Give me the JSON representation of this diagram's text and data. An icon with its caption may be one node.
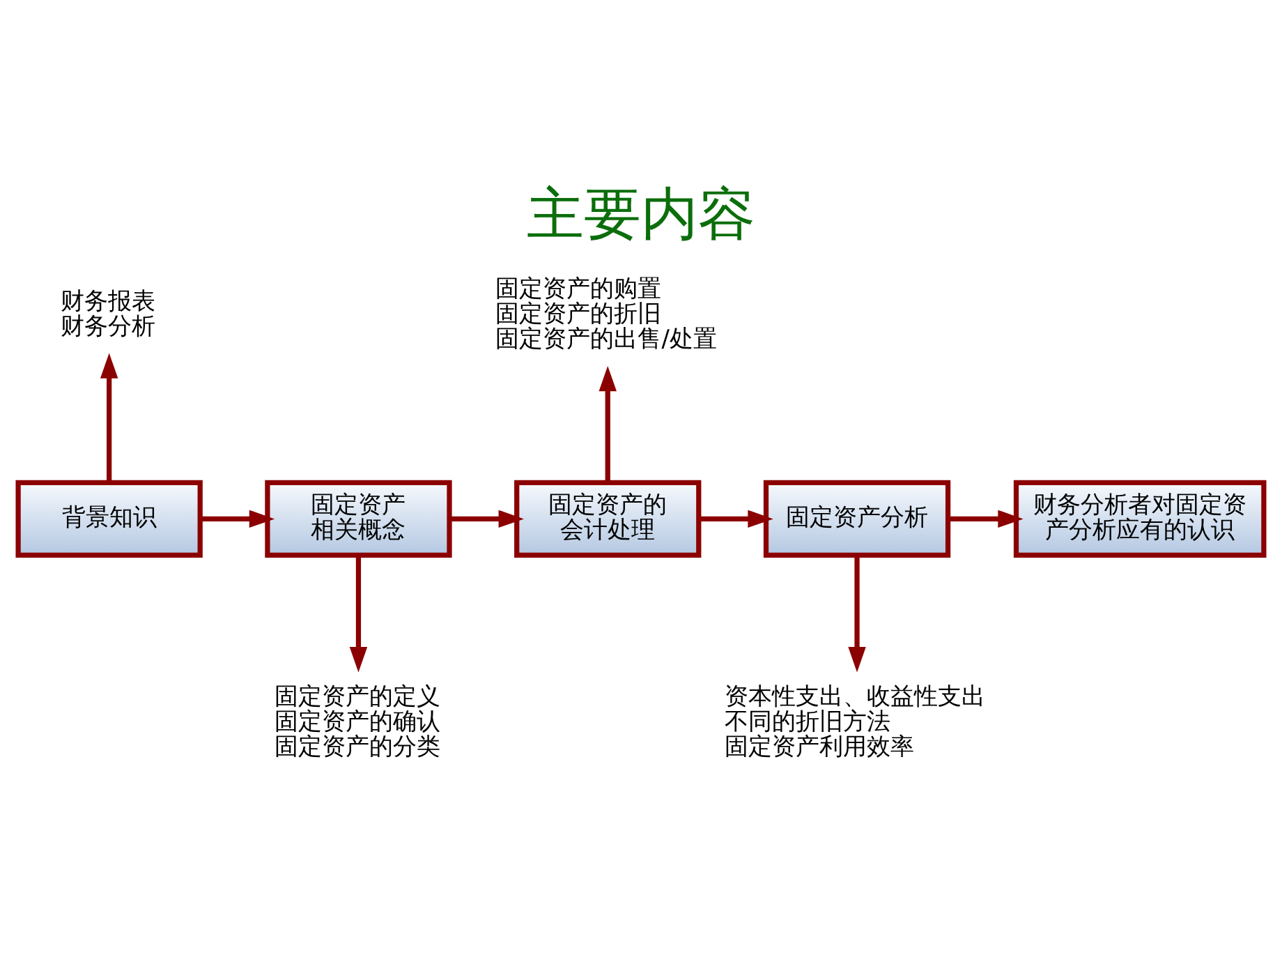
{
  "diagram": {
    "title": "主要内容",
    "nodes": [
      {
        "text": [
          "背景知识"
        ]
      },
      {
        "text": [
          "固定资产相关概念"
        ]
      },
      {
        "text": [
          "固定资产的会计处理"
        ]
      },
      {
        "text": [
          "固定资产分析"
        ]
      },
      {
        "text": [
          "财务分析者对固定资产分析应有的认识"
        ]
      },
      {
        "text": [
          "财务报表",
          "财务分析"
        ]
      },
      {
        "text": [
          "固定资产的购置",
          "固定资产的折旧",
          "固定资产的出售/处置"
        ]
      },
      {
        "text": [
          "固定资产的定义",
          "固定资产的确认",
          "固定资产的分类"
        ]
      },
      {
        "text": [
          "资本性支出、收益性支出",
          "不同的折旧方法",
          "固定资产利用效率"
        ]
      }
    ],
    "edges": [
      {
        "from": 0,
        "to": 1,
        "arrow": "to"
      },
      {
        "from": 1,
        "to": 2,
        "arrow": "to"
      },
      {
        "from": 2,
        "to": 3,
        "arrow": "to"
      },
      {
        "from": 3,
        "to": 4,
        "arrow": "to"
      },
      {
        "from": 0,
        "to": 5,
        "arrow": "to"
      },
      {
        "from": 2,
        "to": 6,
        "arrow": "to"
      },
      {
        "from": 1,
        "to": 7,
        "arrow": "to"
      },
      {
        "from": 3,
        "to": 8,
        "arrow": "to"
      }
    ]
  }
}
